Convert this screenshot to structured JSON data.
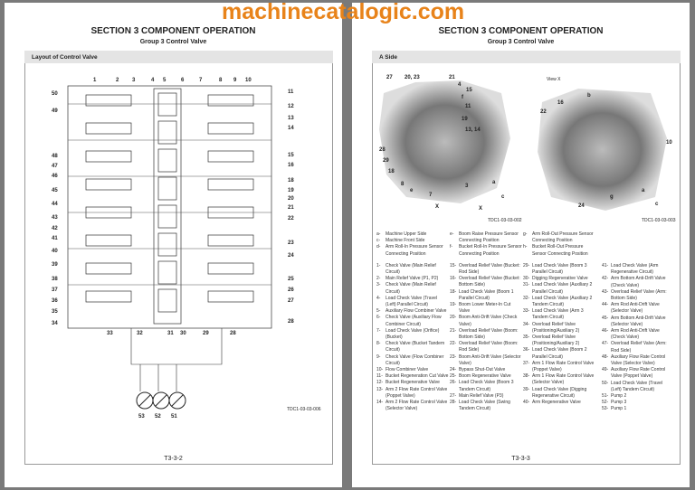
{
  "left": {
    "section": "SECTION 3 COMPONENT OPERATION",
    "group": "Group 3 Control Valve",
    "box_title": "Layout of Control Valve",
    "figure_id": "TDC1-03-03-006",
    "page": "T3-3-2",
    "labels_top": [
      "1",
      "2",
      "3",
      "4",
      "5",
      "6",
      "7",
      "8",
      "9",
      "10"
    ],
    "labels_left": [
      "50",
      "49",
      "48",
      "47",
      "46",
      "45",
      "44",
      "43",
      "42",
      "41",
      "40",
      "39",
      "38",
      "37",
      "36",
      "35",
      "34"
    ],
    "labels_right": [
      "11",
      "12",
      "13",
      "14",
      "15",
      "16",
      "18",
      "19",
      "20",
      "21",
      "22",
      "23",
      "24",
      "25",
      "26",
      "27",
      "28"
    ],
    "labels_bottom": [
      "33",
      "32",
      "31",
      "30",
      "29",
      "28"
    ],
    "labels_pumps": [
      "53",
      "52",
      "51"
    ]
  },
  "right": {
    "section": "SECTION 3 COMPONENT OPERATION",
    "group": "Group 3 Control Valve",
    "box_title": "A Side",
    "view_label": "View X",
    "figure_id_1": "TDC1-03-03-002",
    "figure_id_2": "TDC1-03-03-003",
    "page": "T3-3-3",
    "photo1_labels": [
      "27",
      "20, 23",
      "21",
      "4",
      "15",
      "f",
      "11",
      "19",
      "13, 14",
      "28",
      "29",
      "18",
      "8",
      "e",
      "7",
      "X",
      "3",
      "a",
      "c",
      "X"
    ],
    "photo2_labels": [
      "16",
      "b",
      "22",
      "10",
      "24",
      "g",
      "a",
      "c"
    ]
  },
  "watermark": "machinecatalogic.com",
  "legend": {
    "letters": [
      [
        [
          "a-",
          "Machine Upper Side"
        ],
        [
          "c-",
          "Machine Front Side"
        ],
        [
          "d-",
          "Arm Roll-In Pressure Sensor Connecting Position"
        ]
      ],
      [
        [
          "e-",
          "Boom Raise Pressure Sensor Connecting Position"
        ],
        [
          "f-",
          "Bucket Roll-In Pressure Sensor Connecting Position"
        ]
      ],
      [
        [
          "g-",
          "Arm Roll-Out Pressure Sensor Connecting Position"
        ],
        [
          "h-",
          "Bucket Roll-Out Pressure Sensor Connecting Position"
        ]
      ]
    ],
    "columns": [
      [
        [
          "1-",
          "Check Valve (Main Relief Circuit)"
        ],
        [
          "2-",
          "Main Relief Valve (P1, P2)"
        ],
        [
          "3-",
          "Check Valve (Main Relief Circuit)"
        ],
        [
          "4-",
          "Load Check Valve (Travel (Left) Parallel Circuit)"
        ],
        [
          "5-",
          "Auxiliary Flow Combiner Valve"
        ],
        [
          "6-",
          "Check Valve (Auxiliary Flow Combiner Circuit)"
        ],
        [
          "7-",
          "Load Check Valve (Orifice) (Bucket)"
        ],
        [
          "8-",
          "Check Valve (Bucket Tandem Circuit)"
        ],
        [
          "9-",
          "Check Valve (Flow Combiner Circuit)"
        ],
        [
          "10-",
          "Flow Combiner Valve"
        ],
        [
          "11-",
          "Bucket Regeneration Cut Valve"
        ],
        [
          "12-",
          "Bucket Regenerative Valve"
        ],
        [
          "13-",
          "Arm 2 Flow Rate Control Valve (Poppet Valve)"
        ],
        [
          "14-",
          "Arm 2 Flow Rate Control Valve (Selector Valve)"
        ]
      ],
      [
        [
          "15-",
          "Overload Relief Valve (Bucket: Rod Side)"
        ],
        [
          "16-",
          "Overload Relief Valve (Bucket: Bottom Side)"
        ],
        [
          "18-",
          "Load Check Valve (Boom 1 Parallel Circuit)"
        ],
        [
          "19-",
          "Boom Lower Meter-In Cut Valve"
        ],
        [
          "20-",
          "Boom Anti-Drift Valve (Check Valve)"
        ],
        [
          "21-",
          "Overload Relief Valve (Boom: Bottom Side)"
        ],
        [
          "22-",
          "Overload Relief Valve (Boom: Rod Side)"
        ],
        [
          "23-",
          "Boom Anti-Drift Valve (Selector Valve)"
        ],
        [
          "24-",
          "Bypass Shut-Out Valve"
        ],
        [
          "25-",
          "Boom Regenerative Valve"
        ],
        [
          "26-",
          "Load Check Valve (Boom 3 Tandem Circuit)"
        ],
        [
          "27-",
          "Main Relief Valve (P3)"
        ],
        [
          "28-",
          "Load Check Valve (Swing Tandem Circuit)"
        ]
      ],
      [
        [
          "29-",
          "Load Check Valve (Boom 3 Parallel Circuit)"
        ],
        [
          "30-",
          "Digging Regenerative Valve"
        ],
        [
          "31-",
          "Load Check Valve (Auxiliary 2 Parallel Circuit)"
        ],
        [
          "32-",
          "Load Check Valve (Auxiliary 2 Tandem Circuit)"
        ],
        [
          "33-",
          "Load Check Valve (Arm 3 Tandem Circuit)"
        ],
        [
          "34-",
          "Overload Relief Valve (Positioning/Auxiliary 2)"
        ],
        [
          "35-",
          "Overload Relief Valve (Positioning/Auxiliary 2)"
        ],
        [
          "36-",
          "Load Check Valve (Boom 2 Parallel Circuit)"
        ],
        [
          "37-",
          "Arm 1 Flow Rate Control Valve (Poppet Valve)"
        ],
        [
          "38-",
          "Arm 1 Flow Rate Control Valve (Selector Valve)"
        ],
        [
          "39-",
          "Load Check Valve (Digging Regenerative Circuit)"
        ],
        [
          "40-",
          "Arm Regenerative Valve"
        ]
      ],
      [
        [
          "41-",
          "Load Check Valve (Arm Regenerative Circuit)"
        ],
        [
          "42-",
          "Arm Bottom Anti-Drift Valve (Check Valve)"
        ],
        [
          "43-",
          "Overload Relief Valve (Arm: Bottom Side)"
        ],
        [
          "44-",
          "Arm Rod Anti-Drift Valve (Selector Valve)"
        ],
        [
          "45-",
          "Arm Bottom Anti-Drift Valve (Selector Valve)"
        ],
        [
          "46-",
          "Arm Rod Anti-Drift Valve (Check Valve)"
        ],
        [
          "47-",
          "Overload Relief Valve (Arm: Rod Side)"
        ],
        [
          "48-",
          "Auxiliary Flow Rate Control Valve (Selector Valve)"
        ],
        [
          "49-",
          "Auxiliary Flow Rate Control Valve (Poppet Valve)"
        ],
        [
          "50-",
          "Load Check Valve (Travel (Left) Tandem Circuit)"
        ],
        [
          "51-",
          "Pump 2"
        ],
        [
          "52-",
          "Pump 3"
        ],
        [
          "53-",
          "Pump 1"
        ]
      ]
    ]
  }
}
